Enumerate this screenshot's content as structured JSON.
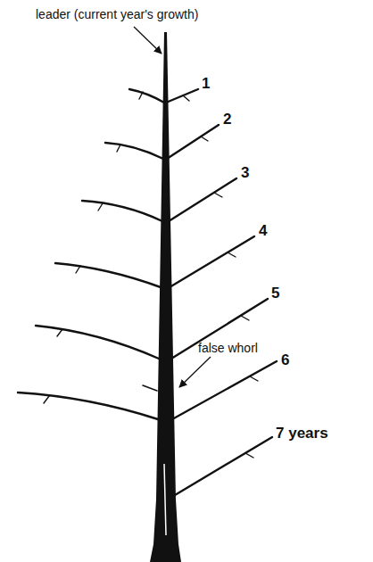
{
  "diagram": {
    "labels": [
      "leader (current year's growth)",
      "1",
      "2",
      "3",
      "4",
      "5",
      "false whorl",
      "6",
      "7 years"
    ]
  }
}
